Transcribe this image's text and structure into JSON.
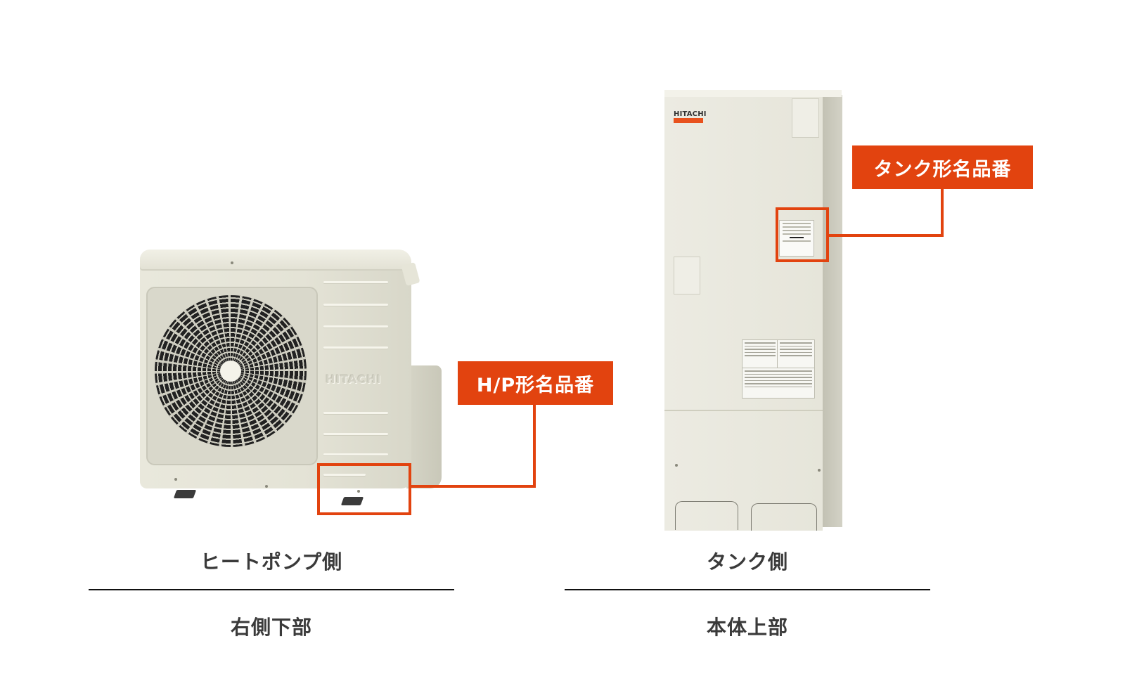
{
  "callouts": {
    "heat_pump": {
      "label": "H/P形名品番",
      "color": "#e2430f"
    },
    "tank": {
      "label": "タンク形名品番",
      "color": "#e2430f"
    }
  },
  "units": {
    "heat_pump": {
      "brand": "HITACHI",
      "caption": "ヒートポンプ側",
      "location": "右側下部"
    },
    "tank": {
      "brand": "HITACHI",
      "caption": "タンク側",
      "location": "本体上部"
    }
  }
}
